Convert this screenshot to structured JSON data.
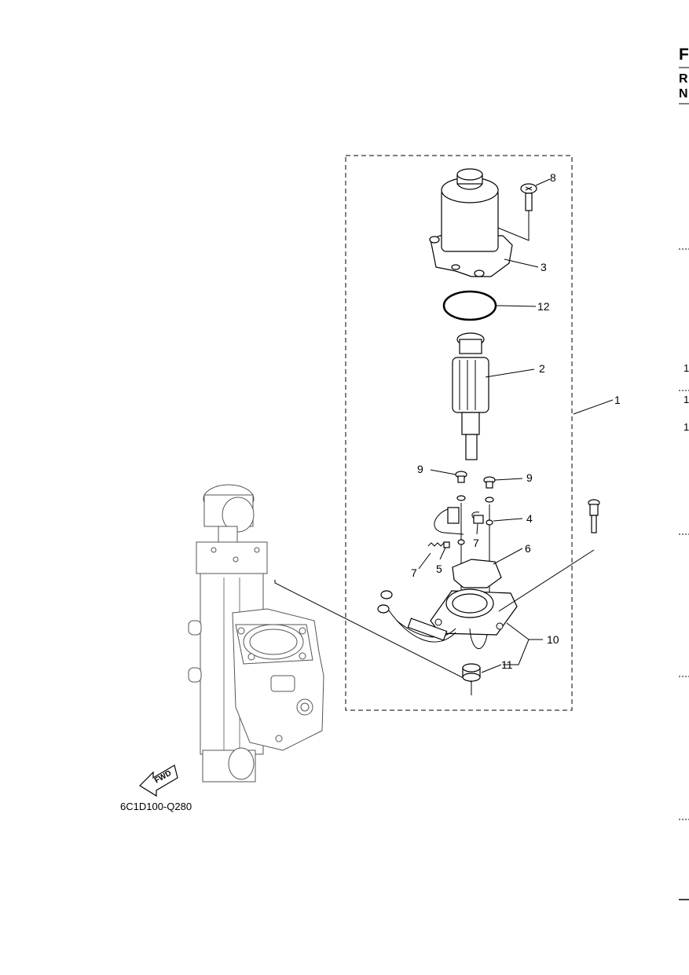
{
  "header": {
    "letter": "F",
    "line2": "R",
    "line3": "N"
  },
  "callouts": {
    "c1": "1",
    "c2": "2",
    "c3": "3",
    "c4": "4",
    "c5": "5",
    "c6": "6",
    "c7a": "7",
    "c7b": "7",
    "c8": "8",
    "c9a": "9",
    "c9b": "9",
    "c10": "10",
    "c11": "11",
    "c12": "12"
  },
  "fwd_label": "FWD",
  "figure_code": "6C1D100-Q280",
  "right_edge": {
    "n1": "1",
    "n2": "1",
    "n3": "1"
  }
}
